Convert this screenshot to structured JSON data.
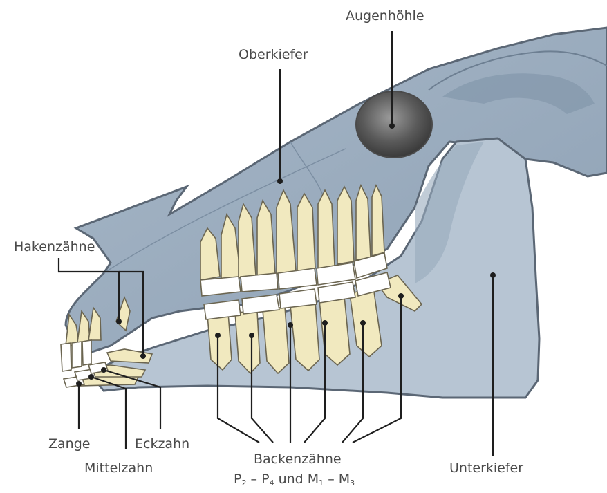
{
  "labels": {
    "augenhoehle": "Augenhöhle",
    "oberkiefer": "Oberkiefer",
    "hakenzaehne": "Hakenzähne",
    "zange": "Zange",
    "mittelzahn": "Mittelzahn",
    "eckzahn": "Eckzahn",
    "backenzaehne": "Backenzähne",
    "unterkiefer": "Unterkiefer",
    "formula": {
      "p": "P",
      "p_start": "2",
      "dash1": " – ",
      "p_end": "4",
      "und": " und ",
      "m": "M",
      "m_start": "1",
      "dash2": " – ",
      "m_end": "3"
    }
  },
  "colors": {
    "skull_fill": "#a9b9c8",
    "skull_shadow": "#7f93a8",
    "skull_outline": "#5b6775",
    "jaw_fill": "#b6c4d2",
    "tooth_fill": "#f1e9bf",
    "tooth_outline": "#6b6550",
    "crown_fill": "#ffffff",
    "orbit_fill": "#5c5c5c",
    "leader": "#1e1e1e",
    "text": "#4a4a4a"
  }
}
